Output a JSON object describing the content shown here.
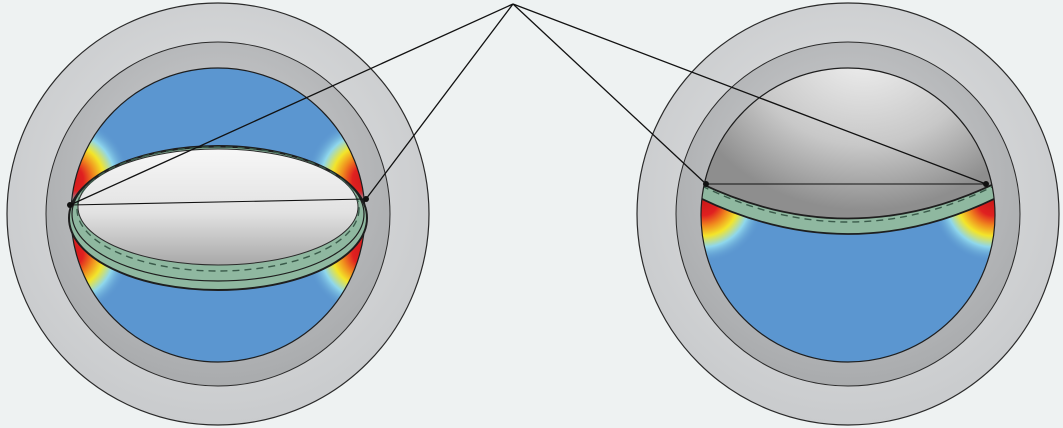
{
  "colors": {
    "background": "#eef2f2",
    "outer_ring": "#cfd1d3",
    "inner_ring": "#bdbfc1",
    "field_blue": "#5b96d0",
    "seal_green": "#8fb8a0",
    "leader_line": "#111111",
    "hot_red": "#e02020",
    "hot_orange": "#f08a1e",
    "hot_yellow": "#f3e52a",
    "warm_cyan": "#8fd7ec"
  },
  "views": [
    {
      "id": "left",
      "cross_section": "membrane-centered"
    },
    {
      "id": "right",
      "cross_section": "membrane-upper"
    }
  ]
}
